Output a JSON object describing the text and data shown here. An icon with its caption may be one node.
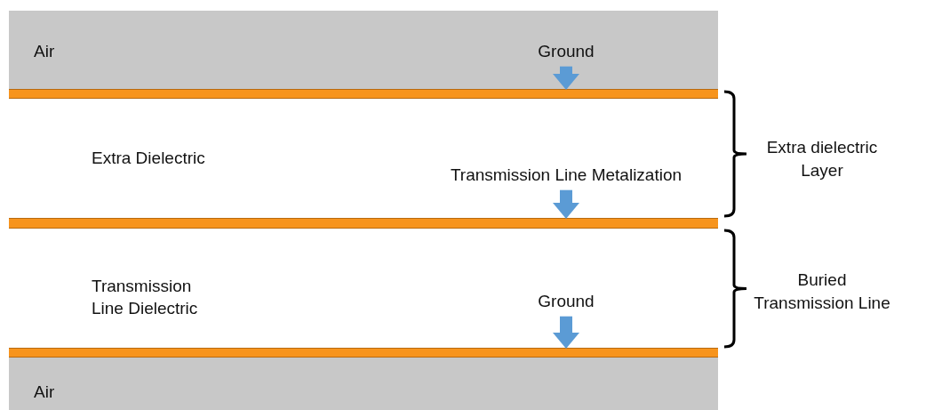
{
  "diagram": {
    "nodes": [
      {
        "text": [
          "Air"
        ]
      },
      {
        "text": [
          "Ground"
        ],
        "in": 0
      },
      {
        "text": [],
        "shape": "bar"
      },
      {
        "text": [
          "Extra Dielectric"
        ]
      },
      {
        "text": [
          "Transmission Line Metalization"
        ],
        "in": 3
      },
      {
        "text": [],
        "shape": "bar"
      },
      {
        "text": [
          "Transmission Line Dielectric"
        ]
      },
      {
        "text": [
          "Ground"
        ],
        "in": 6
      },
      {
        "text": [],
        "shape": "bar"
      },
      {
        "text": [
          "Air"
        ]
      }
    ],
    "edges": [
      {
        "from": 1,
        "to": 2,
        "arrow": "to"
      },
      {
        "from": 4,
        "to": 5,
        "arrow": "to"
      },
      {
        "from": 7,
        "to": 8,
        "arrow": "to"
      }
    ],
    "labels": [
      "Extra dielectric Layer",
      "Buried Transmission Line"
    ]
  }
}
